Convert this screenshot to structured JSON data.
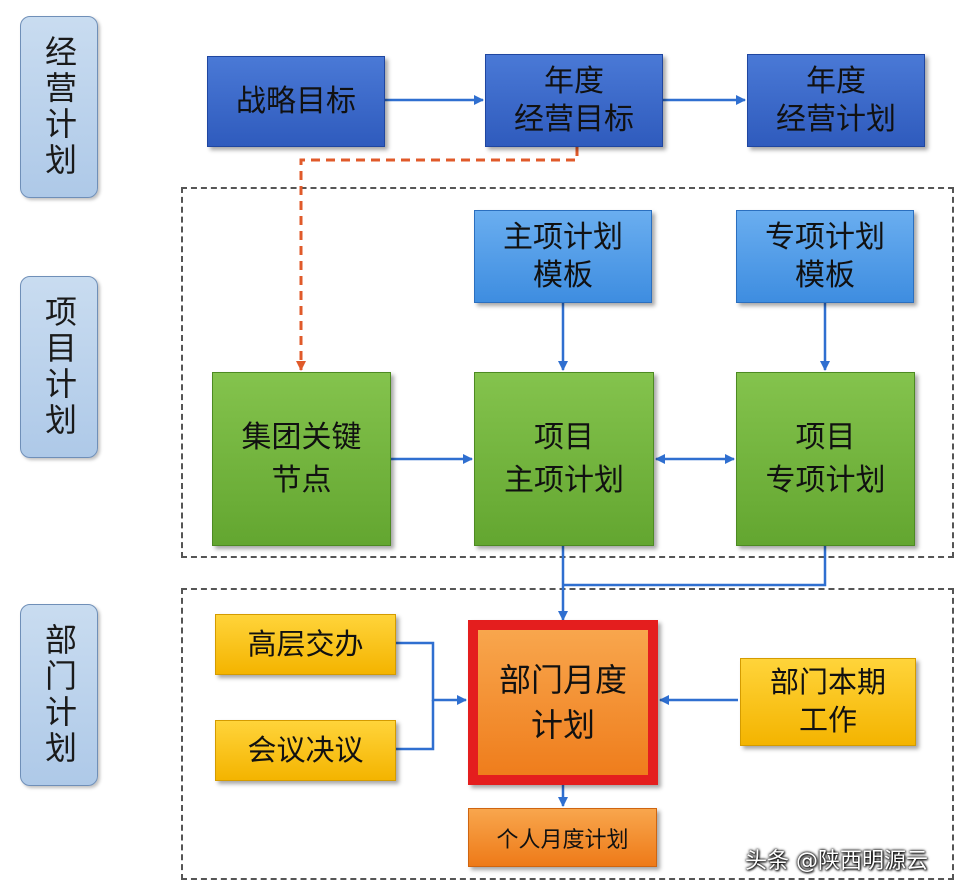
{
  "sections": {
    "business": "经营计划",
    "project": "项目计划",
    "department": "部门计划"
  },
  "nodes": {
    "strategic_goal": "战略目标",
    "annual_business_goal": "年度\n经营目标",
    "annual_business_plan": "年度\n经营计划",
    "main_plan_template": "主项计划\n模板",
    "special_plan_template": "专项计划\n模板",
    "group_key_milestones": "集团关键\n节点",
    "project_main_plan": "项目\n主项计划",
    "project_special_plan": "项目\n专项计划",
    "senior_assignment": "高层交办",
    "meeting_resolution": "会议决议",
    "dept_monthly_plan": "部门月度\n计划",
    "dept_current_work": "部门本期\n工作",
    "personal_monthly_plan": "个人月度计划"
  },
  "watermark": "头条 @陕西明源云",
  "colors": {
    "arrow_blue": "#2f6fd0",
    "arrow_dashed_red": "#e05a2a",
    "highlight_border": "#e41e1e"
  }
}
